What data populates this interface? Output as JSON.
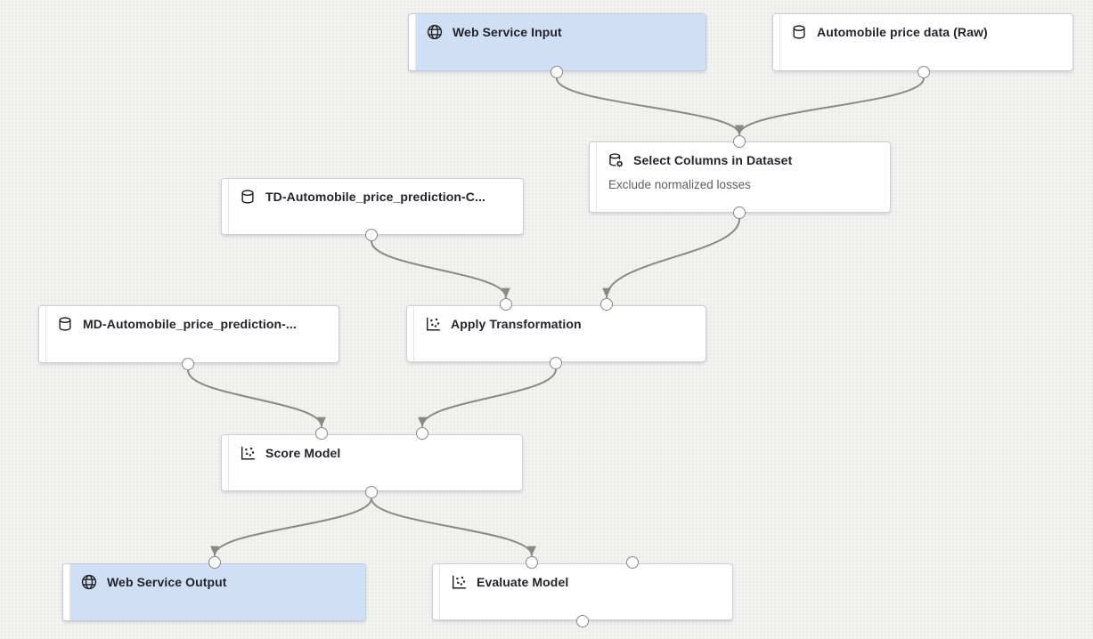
{
  "app": "visual pipeline designer canvas",
  "canvas_colors": {
    "background": "#f2f2f1",
    "edge": "#8a8886",
    "port_fill": "#ffffff",
    "port_border": "#8a8886",
    "node_fill": "#ffffff",
    "node_border": "#d2d0ce",
    "web_service_fill": "#cfdff5",
    "title_text": "#24232b",
    "subtitle_text": "#605e5c"
  },
  "nodes": [
    {
      "title": "Web Service Input",
      "icon": "globe-icon",
      "variant": "blue"
    },
    {
      "title": "Automobile price data (Raw)",
      "icon": "database-icon",
      "variant": "white"
    },
    {
      "title": "Select Columns in Dataset",
      "subtitle": "Exclude normalized losses",
      "icon": "database-gear-icon",
      "variant": "white"
    },
    {
      "title": "TD-Automobile_price_prediction-C...",
      "icon": "database-icon",
      "variant": "white"
    },
    {
      "title": "MD-Automobile_price_prediction-...",
      "icon": "database-icon",
      "variant": "white"
    },
    {
      "title": "Apply Transformation",
      "icon": "scatter-chart-icon",
      "variant": "white"
    },
    {
      "title": "Score Model",
      "icon": "scatter-chart-icon",
      "variant": "white"
    },
    {
      "title": "Web Service Output",
      "icon": "globe-icon",
      "variant": "blue"
    },
    {
      "title": "Evaluate Model",
      "icon": "scatter-chart-icon",
      "variant": "white"
    }
  ],
  "edges": [
    {
      "from": "Web Service Input",
      "to": "Select Columns in Dataset",
      "to_port": "input"
    },
    {
      "from": "Automobile price data (Raw)",
      "to": "Select Columns in Dataset",
      "to_port": "input"
    },
    {
      "from": "TD-Automobile_price_prediction-C...",
      "to": "Apply Transformation",
      "to_port": "input-left"
    },
    {
      "from": "Select Columns in Dataset",
      "to": "Apply Transformation",
      "to_port": "input-right"
    },
    {
      "from": "MD-Automobile_price_prediction-...",
      "to": "Score Model",
      "to_port": "input-left"
    },
    {
      "from": "Apply Transformation",
      "to": "Score Model",
      "to_port": "input-right"
    },
    {
      "from": "Score Model",
      "to": "Web Service Output",
      "to_port": "input"
    },
    {
      "from": "Score Model",
      "to": "Evaluate Model",
      "to_port": "input-left"
    }
  ]
}
